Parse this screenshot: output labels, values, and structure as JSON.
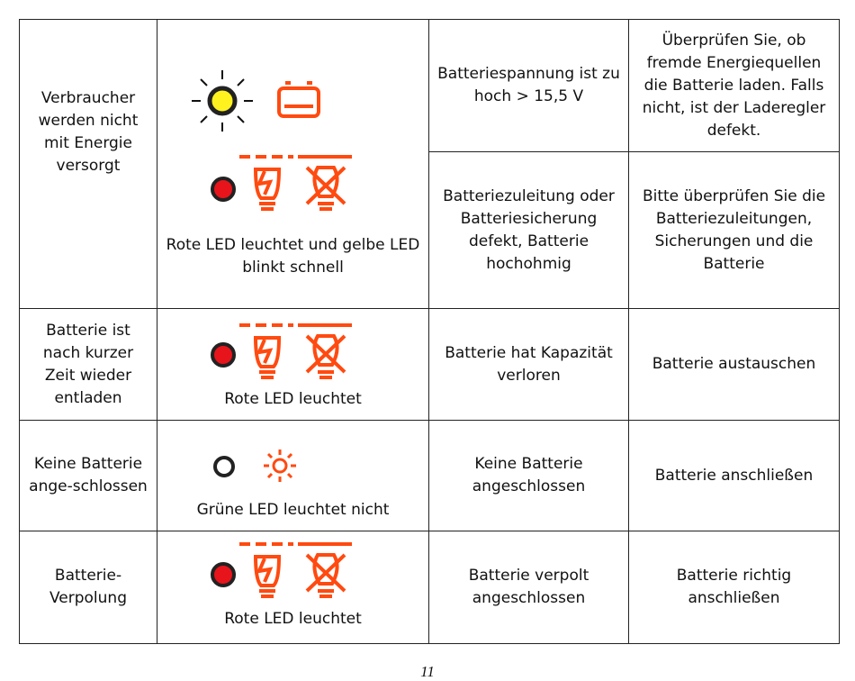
{
  "colors": {
    "accent_orange": "#ff4a10",
    "led_red": "#e8141b",
    "led_yellow": "#fff21f",
    "led_ring": "#222222"
  },
  "rows": [
    {
      "symptom": "Verbraucher werden nicht mit Energie versorgt",
      "sub": [
        {
          "cause": "Batteriespannung ist zu hoch > 15,5 V",
          "remedy": "Überprüfen Sie, ob fremde Energiequellen die Batterie laden. Falls nicht, ist der Laderegler defekt."
        },
        {
          "cause": "Batteriezuleitung oder Batteriesicherung defekt, Batterie hochohmig",
          "remedy": "Bitte überprüfen Sie die Batteriezuleitungen, Sicherungen und die Batterie"
        }
      ],
      "indicator_caption": "Rote LED leuchtet und gelbe LED blinkt schnell",
      "indicator_icons": [
        "sun-rays-icon",
        "yellow-led-icon",
        "battery-icon",
        "red-led-icon",
        "lamp-flash-icon",
        "lamp-off-icon"
      ]
    },
    {
      "symptom": "Batterie ist nach kurzer Zeit wieder entladen",
      "indicator_caption": "Rote LED leuchtet",
      "indicator_icons": [
        "red-led-icon",
        "lamp-flash-icon",
        "lamp-off-icon"
      ],
      "cause": "Batterie hat Kapazität verloren",
      "remedy": "Batterie austauschen"
    },
    {
      "symptom": "Keine Batterie ange-schlossen",
      "indicator_caption": "Grüne LED leuchtet nicht",
      "indicator_icons": [
        "led-off-icon",
        "sun-icon"
      ],
      "cause": "Keine Batterie angeschlossen",
      "remedy": "Batterie anschließen"
    },
    {
      "symptom": "Batterie-Verpolung",
      "indicator_caption": "Rote LED leuchtet",
      "indicator_icons": [
        "red-led-icon",
        "lamp-flash-icon",
        "lamp-off-icon"
      ],
      "cause": "Batterie verpolt angeschlossen",
      "remedy": "Batterie richtig anschließen"
    }
  ],
  "page_number": "11"
}
